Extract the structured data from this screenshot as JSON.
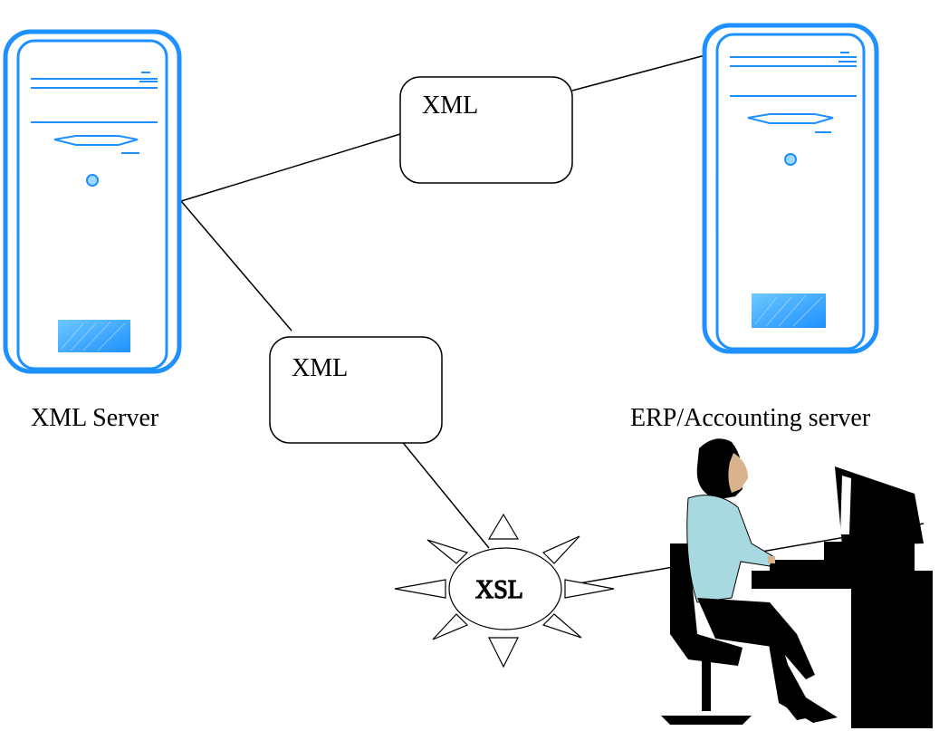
{
  "nodes": {
    "xml_server": {
      "label": "XML Server"
    },
    "erp_server": {
      "label": "ERP/Accounting server"
    },
    "xml_box_top": {
      "label": "XML"
    },
    "xml_box_bottom": {
      "label": "XML"
    },
    "xsl": {
      "label": "XSL"
    }
  },
  "colors": {
    "server_outline": "#1e90ff",
    "server_panel": "#4db8ff",
    "person_shirt": "#a8d8e0",
    "line": "#000000"
  },
  "icons": [
    "server-tower-icon",
    "person-at-computer-icon",
    "sun-starburst-icon"
  ]
}
